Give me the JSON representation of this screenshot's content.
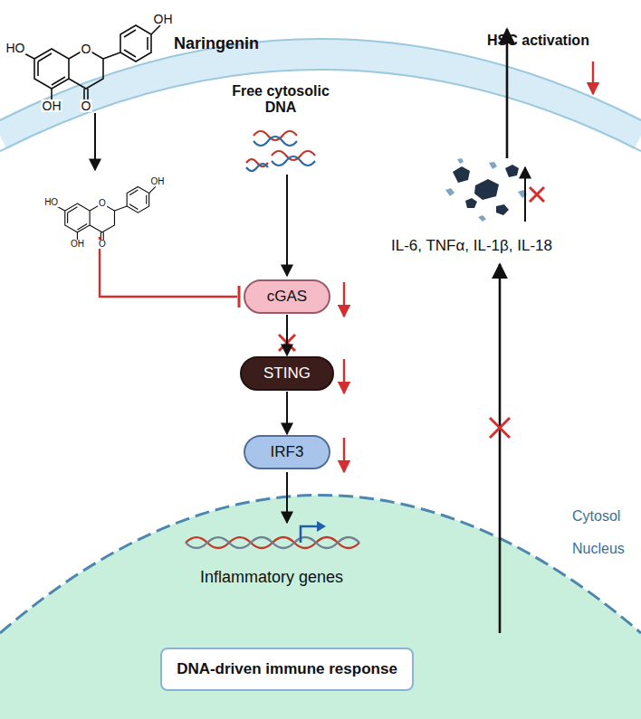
{
  "diagram": {
    "nodes": [
      {
        "text": [
          "cGAS"
        ]
      },
      {
        "text": [
          "STING"
        ]
      },
      {
        "text": [
          "IRF3"
        ]
      },
      {
        "text": [
          "DNA-driven immune response"
        ]
      }
    ],
    "edges": [
      {
        "from": 0,
        "to": 1,
        "arrow": "to"
      },
      {
        "from": 1,
        "to": 2,
        "arrow": "to"
      }
    ],
    "labels": [
      "HO",
      "O",
      "OH",
      "OH",
      "O",
      "Naringenin",
      "Free cytosolic DNA",
      "HO",
      "O",
      "OH",
      "OH",
      "O",
      "HSC activation",
      "IL-6, TNFα, IL-1β, IL-18",
      "Inflammatory genes",
      "Cytosol",
      "Nucleus"
    ]
  }
}
